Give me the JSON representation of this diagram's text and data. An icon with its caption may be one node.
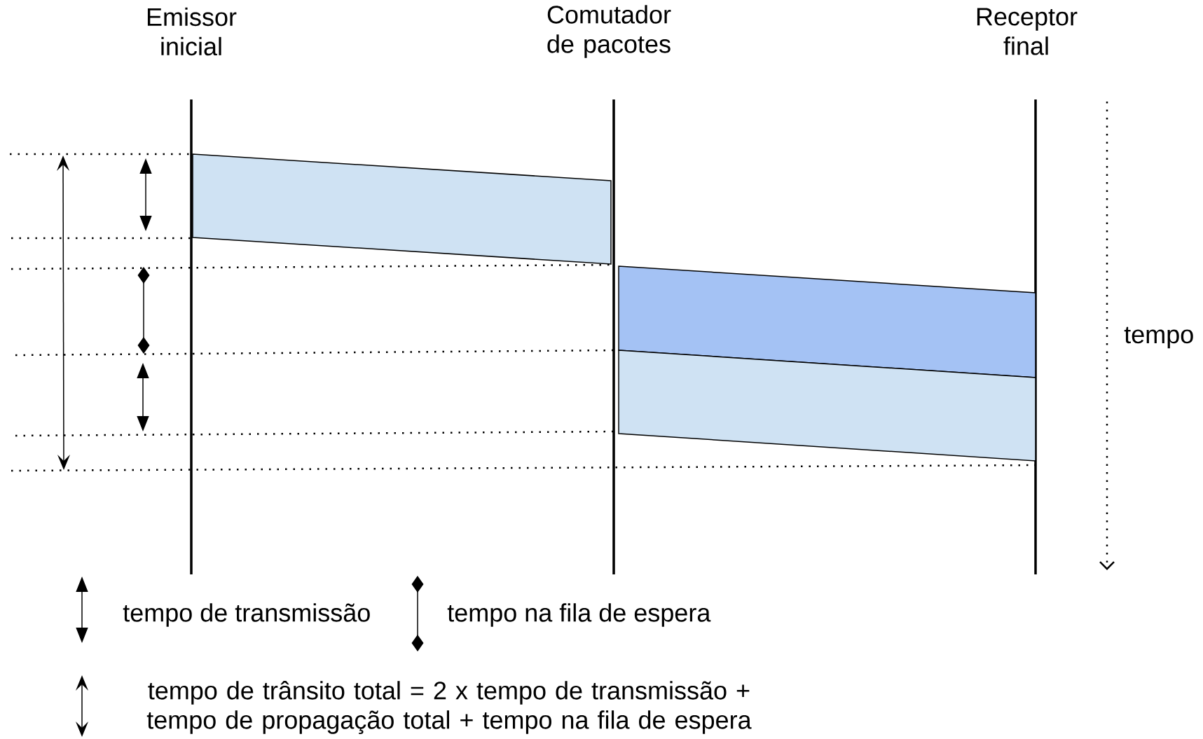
{
  "diagram": {
    "nodes": [
      {
        "text": [
          "Emissor inicial"
        ]
      },
      {
        "text": [
          "Comutador de pacotes"
        ]
      },
      {
        "text": [
          "Receptor final"
        ]
      },
      {
        "text": [],
        "shape": "box"
      },
      {
        "text": [],
        "shape": "box"
      },
      {
        "text": [],
        "shape": "box"
      }
    ],
    "labels": [
      "tempo"
    ],
    "legend": [
      {
        "text": "tempo de transmissão"
      },
      {
        "text": "tempo na fila de espera"
      },
      {
        "text": "tempo de trânsito total = 2 x tempo de transmissão + tempo de propagação total + tempo na fila de espera"
      }
    ]
  }
}
